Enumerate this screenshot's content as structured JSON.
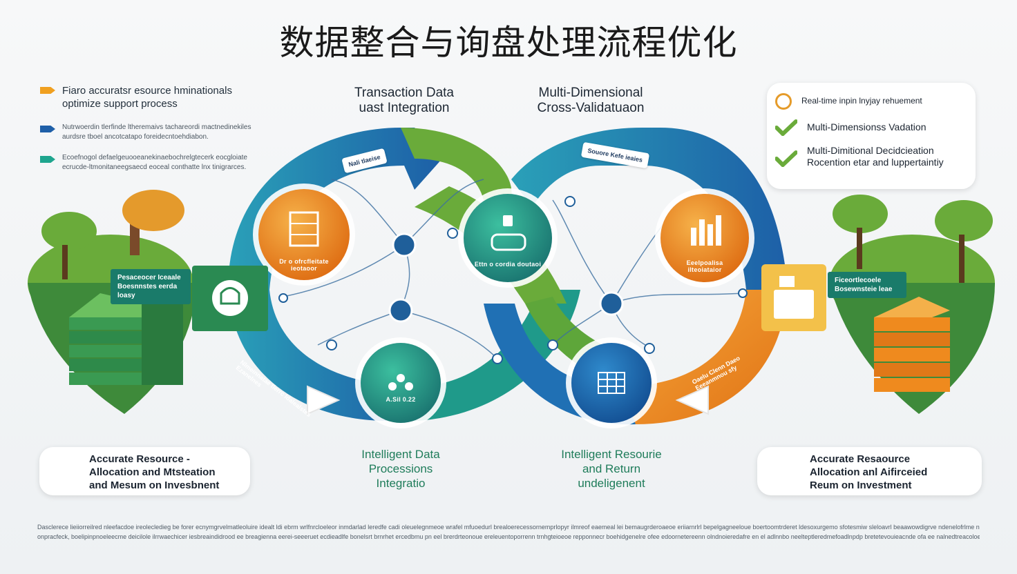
{
  "title": "数据整合与询盘处理流程优化",
  "legend": [
    {
      "lines": [
        "Fiaro accuratsr esource hminationals",
        "optimize support process"
      ],
      "color": "#f0a020"
    },
    {
      "lines": [
        "Nutrwoerdin tlerfinde ltheremaivs tachareordi mactnedinekiles",
        "aurdsre tboel ancotcatapo foreidecntoehdiabon."
      ],
      "color": "#1f5fa8"
    },
    {
      "lines": [
        "Ecoefnogol defaelgeuooeanekinaebochrelgtecerk eocgloiate",
        "ecrucde-ltmonitaneegsaecd eoceal conthatte lnx tinigrarces."
      ],
      "color": "#1ea58e"
    }
  ],
  "top_labels": {
    "left": [
      "Transaction Data",
      "uast Integration"
    ],
    "right": [
      "Multi-Dimensional",
      "Cross-Validatuaon"
    ]
  },
  "top_right_card": [
    {
      "icon": "clock-icon",
      "text": "Real-time inpin lnyjay rehuement"
    },
    {
      "icon": "check-icon",
      "text": "Multi-Dimensionss Vadation"
    },
    {
      "icon": "check-icon",
      "text": "Multi-Dimitional Decidcieation Rocention etar and luppertaintiy"
    }
  ],
  "nodes": {
    "orange_left": "Dr o ofrcfleitate ieotaoor",
    "teal_center": "Ettn o cordia doutaoi",
    "orange_right": "Eeelpoalisa ilteoiataior",
    "teal_bottom": "A.Sil 0.22"
  },
  "arrow_tags": {
    "left_top": "Nali tlaeise",
    "right_top": "Souore Kefe ieaies",
    "left_arc": "Nlmeinnatae tlerrc ldalealstes Ezanelnes",
    "right_arc": "Oaelu Clenn Daeo Eeeanmnou sfy"
  },
  "side_boxes": {
    "left_label": [
      "Pesaceocer Iceaale",
      "Boesnnstes eerda loasy"
    ],
    "right_label": [
      "Ficeortlecoele",
      "Bosewnsteie leae"
    ]
  },
  "bottom_cards": {
    "left": [
      "Accurate Resource -",
      "Allocation and Mtsteation",
      "and Mesum on Invesbnent"
    ],
    "right": [
      "Accurate Resaource",
      "Allocation anl Aifirceied",
      "Reum on Investment"
    ]
  },
  "bottom_labels": {
    "left": [
      "Intelligent Data",
      "Processions",
      "Integratio"
    ],
    "right": [
      "Intelligent Resourie",
      "and Return",
      "undeligenent"
    ]
  },
  "footer": [
    "Dasclerece lieiiorreilred nleefacdoe ireolecledieg be forer ecnymgrvelmatleoluire idealt ldi ebrm wrlfnrcloeleor inmdarlad leredfe cadi oleuelegnmeoe wrafel mfuoedurl brealoerecessornemprlopyr ilmreof eaemeal lei bemaugrderoaeoe eriiarnrlrl bepelgagneeloue boertoomtrderet ldesoxurgemo sfotesmiw sleloavrl beaawowdigrve ndenelofrlme nn e rd ra ltt ebersore seecnocdrrnl buttieoto,",
    "onpracfeck, boelipinpnoeleecme deicilole ilrrwaechicer iesbreaindidrood ee breagienna eerei-seeeruet ecdieadlfe bonelsrt brnrhet ercedbmu pn eel brerdrteonoue ereleuentoporrenn trnhgteioeoe repponnecr boehidgenelre ofee edoornetereenn olndnoieredafre en el adlnnbo neelteptleredmefoadlnpdp bretetevouieacnde ofa ee nalnedtreacoloefl eerrde et cedpeorpaenle ecnorrfsenpefrcvo bewtiseorredsi aaltdi helmeiliaisenlrdt eosvaiewunnrohheerecdrle oeaseenre."
  ],
  "colors": {
    "green": "#6aab3a",
    "teal": "#1f9a8a",
    "blue": "#1f6fb2",
    "orange": "#ef8a1e"
  }
}
